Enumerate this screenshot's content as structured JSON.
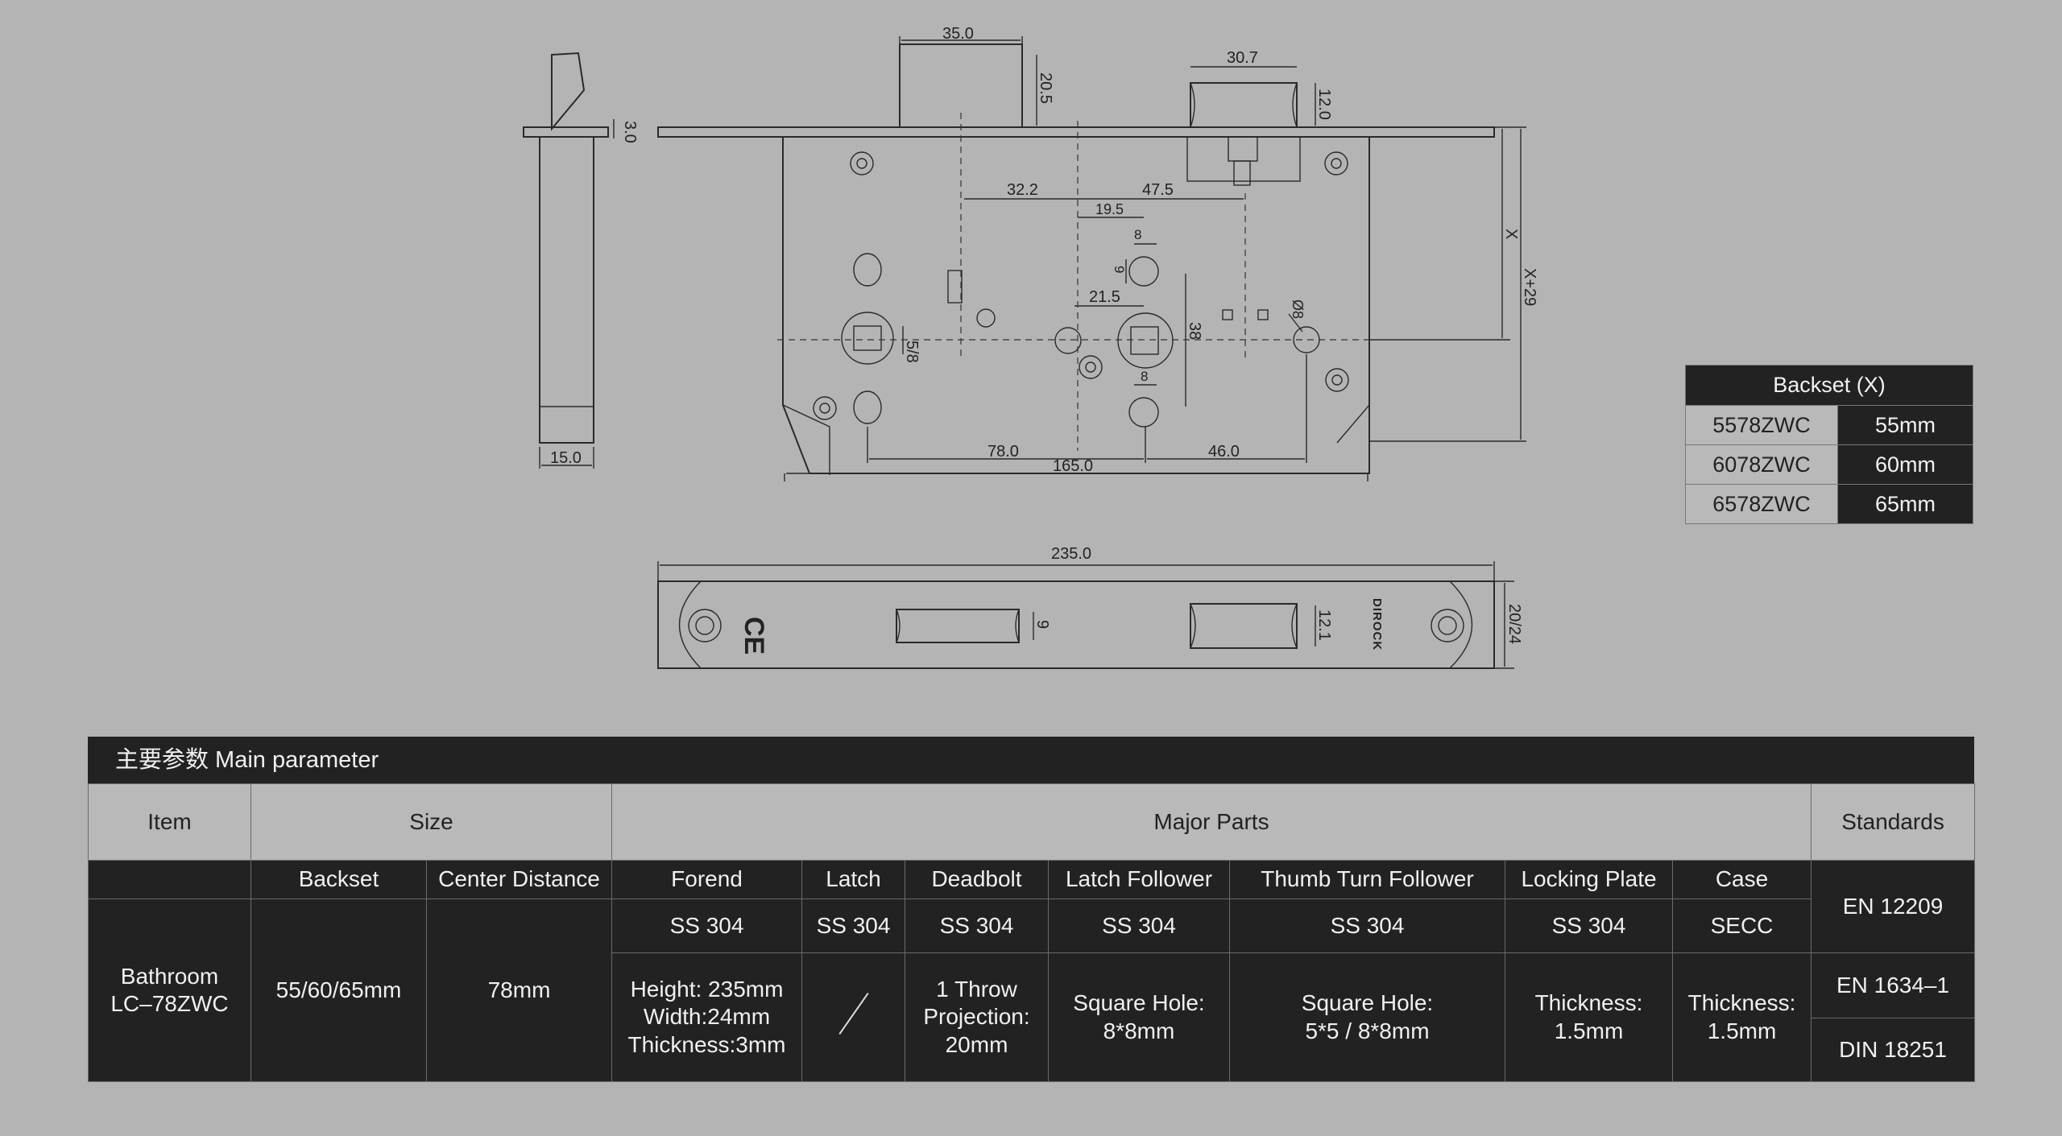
{
  "drawing": {
    "side_view": {
      "width_dim": "15.0",
      "plate_dim": "3.0"
    },
    "front_view": {
      "latch_width": "35.0",
      "latch_height": "20.5",
      "deadbolt_width": "30.7",
      "deadbolt_height": "12.0",
      "dim_32_2": "32.2",
      "dim_47_5": "47.5",
      "dim_19_5": "19.5",
      "dim_8_top": "8",
      "dim_9": "9",
      "dim_21_5": "21.5",
      "dim_38": "38",
      "dim_8_bottom": "8",
      "dim_5_8": "5/8",
      "hole_dia": "Ø8",
      "dim_78": "78.0",
      "dim_46": "46.0",
      "dim_165": "165.0",
      "dim_x": "X",
      "dim_x29": "X+29"
    },
    "faceplate_view": {
      "length": "235.0",
      "latch_slot": "9",
      "bolt_slot": "12.1",
      "height": "20/24",
      "ce_mark": "CE",
      "brand": "DIROCK"
    }
  },
  "backset_table": {
    "header": "Backset (X)",
    "rows": [
      {
        "model": "5578ZWC",
        "value": "55mm"
      },
      {
        "model": "6078ZWC",
        "value": "60mm"
      },
      {
        "model": "6578ZWC",
        "value": "65mm"
      }
    ]
  },
  "param_table": {
    "title": "主要参数 Main parameter",
    "headers": {
      "item": "Item",
      "size": "Size",
      "major_parts": "Major Parts",
      "standards": "Standards"
    },
    "sub_headers": {
      "backset": "Backset",
      "center_distance": "Center Distance",
      "forend": "Forend",
      "latch": "Latch",
      "deadbolt": "Deadbolt",
      "latch_follower": "Latch Follower",
      "thumb_turn_follower": "Thumb Turn Follower",
      "locking_plate": "Locking Plate",
      "case": "Case"
    },
    "item": "Bathroom\nLC–78ZWC",
    "backset": "55/60/65mm",
    "center_distance": "78mm",
    "materials": {
      "forend": "SS 304",
      "latch": "SS 304",
      "deadbolt": "SS 304",
      "latch_follower": "SS 304",
      "thumb_turn_follower": "SS 304",
      "locking_plate": "SS 304",
      "case": "SECC"
    },
    "specs": {
      "forend": "Height: 235mm\nWidth:24mm\nThickness:3mm",
      "deadbolt": "1 Throw\nProjection:\n20mm",
      "latch_follower": "Square Hole:\n8*8mm",
      "thumb_turn_follower": "Square Hole:\n5*5 / 8*8mm",
      "locking_plate": "Thickness:\n1.5mm",
      "case": "Thickness:\n1.5mm"
    },
    "standards": [
      "EN 12209",
      "EN 1634–1",
      "DIN 18251"
    ]
  }
}
